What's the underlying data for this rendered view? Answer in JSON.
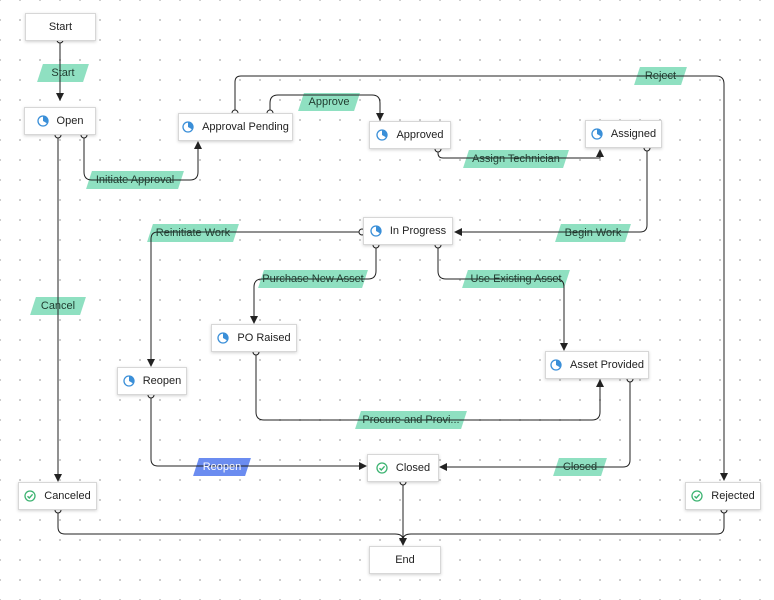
{
  "nodes": {
    "start": "Start",
    "open": "Open",
    "approval_pending": "Approval Pending",
    "approved": "Approved",
    "assigned": "Assigned",
    "in_progress": "In Progress",
    "po_raised": "PO Raised",
    "asset_provided": "Asset Provided",
    "reopen": "Reopen",
    "closed": "Closed",
    "canceled": "Canceled",
    "rejected": "Rejected",
    "end": "End"
  },
  "transitions": {
    "start": "Start",
    "initiate_approval": "Initiate Approval",
    "approve": "Approve",
    "reject": "Reject",
    "assign_technician": "Assign Technician",
    "begin_work": "Begin Work",
    "reinitiate_work": "Reinitiate Work",
    "purchase_new_asset": "Purchase New Asset",
    "use_existing_asset": "Use Existing Asset",
    "cancel": "Cancel",
    "procure_and_provide": "Procure and Provi...",
    "reopen": "Reopen",
    "closed": "Closed"
  },
  "colors": {
    "transition_label": "#8fe0c1",
    "transition_label_highlight": "#6b8cf0",
    "status_in_progress_icon": "#3a8fd8",
    "status_done_icon": "#3cb371",
    "connector": "#222222"
  },
  "icons": {
    "in_progress_state": "pie-clock-icon",
    "completed_state": "check-circle-icon"
  }
}
